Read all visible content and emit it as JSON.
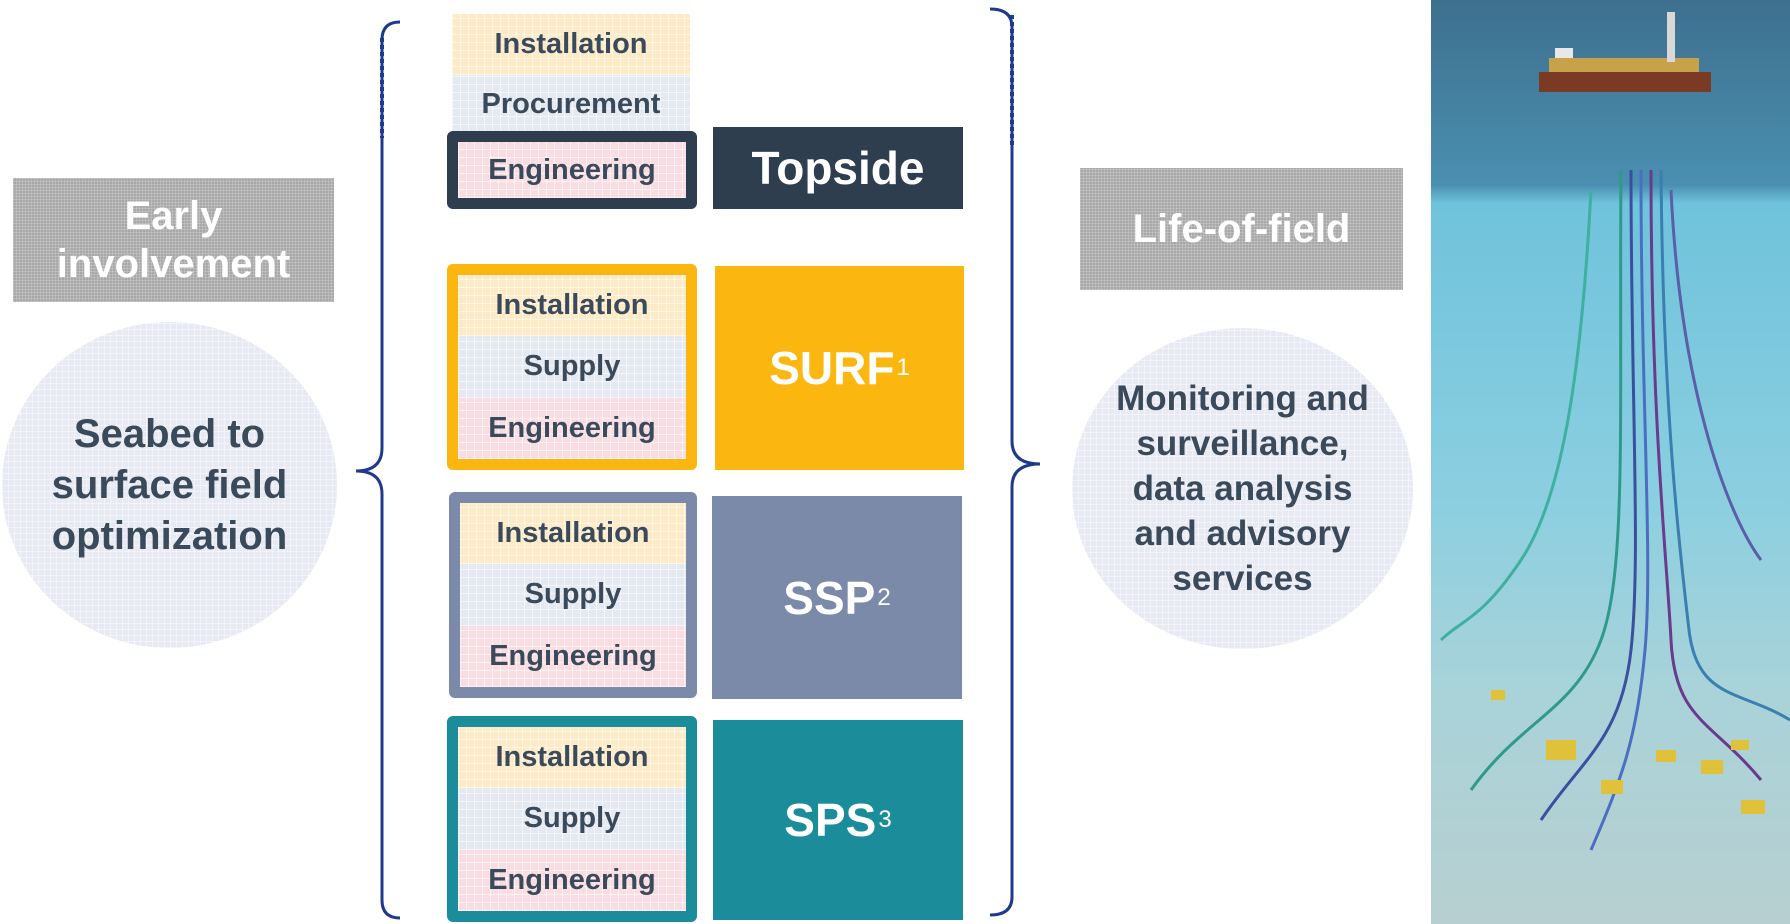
{
  "left": {
    "early_tag": "Early involvement",
    "circle_text": "Seabed to surface field optimization"
  },
  "right": {
    "life_tag": "Life-of-field",
    "circle_text": "Monitoring and surveillance, data analysis and advisory services"
  },
  "topside": {
    "installation": "Installation",
    "procurement": "Procurement",
    "engineering": "Engineering",
    "label": "Topside",
    "color": "#2e3e4e"
  },
  "surf": {
    "installation": "Installation",
    "supply": "Supply",
    "engineering": "Engineering",
    "label": "SURF",
    "sup": "1",
    "color": "#fbb710"
  },
  "ssp": {
    "installation": "Installation",
    "supply": "Supply",
    "engineering": "Engineering",
    "label": "SSP",
    "sup": "2",
    "color": "#7b8aa8"
  },
  "sps": {
    "installation": "Installation",
    "supply": "Supply",
    "engineering": "Engineering",
    "label": "SPS",
    "sup": "3",
    "color": "#1b8c99"
  },
  "bracket_color": "#1f3a8a"
}
